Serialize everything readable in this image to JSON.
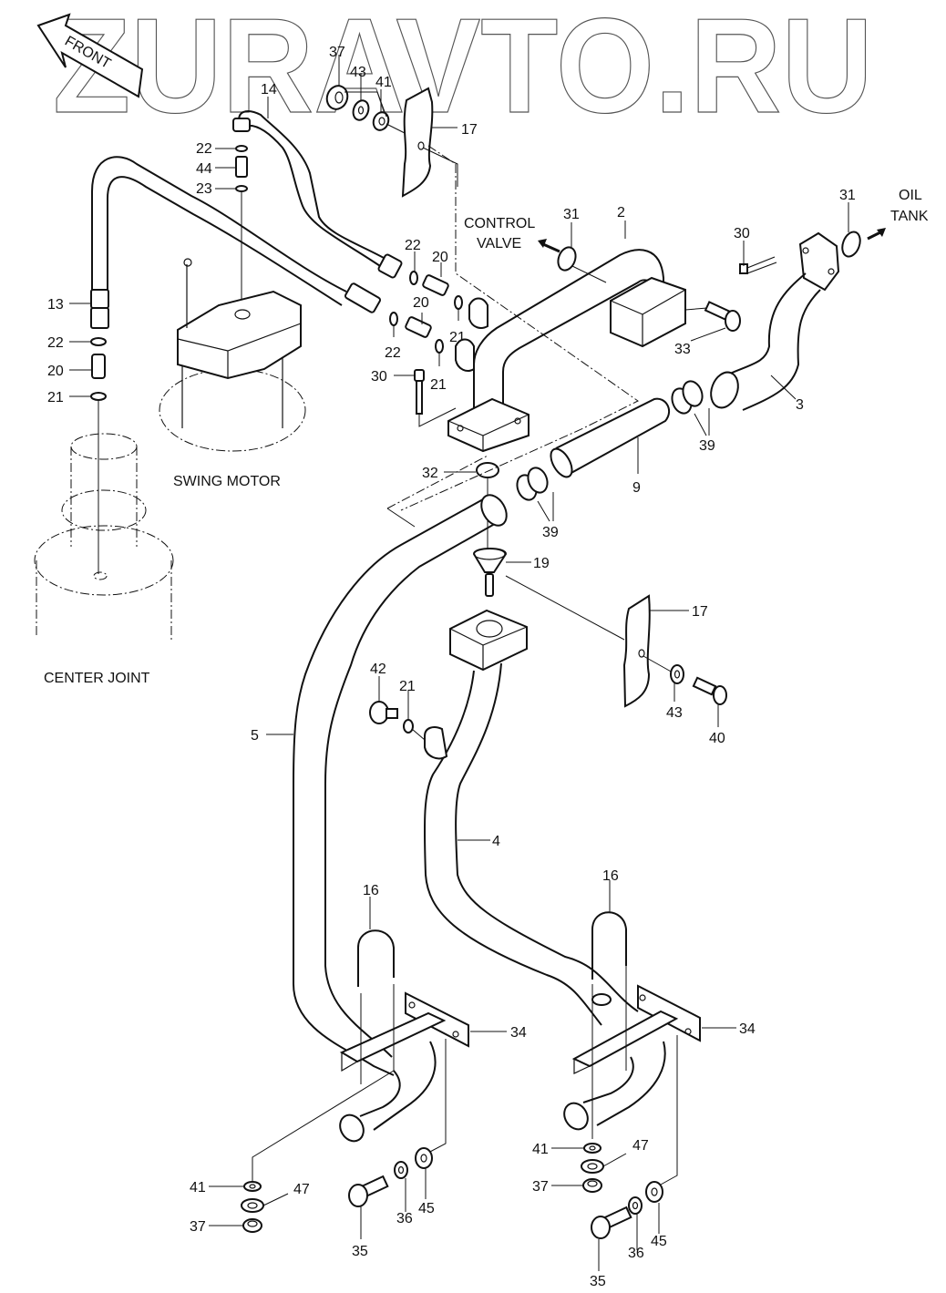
{
  "watermark": "ZURAVTO.RU",
  "direction_arrow": {
    "label": "FRONT",
    "icon": "front-arrow-icon"
  },
  "captions": {
    "control_valve_line1": "CONTROL",
    "control_valve_line2": "VALVE",
    "oil_tank_line1": "OIL",
    "oil_tank_line2": "TANK",
    "swing_motor": "SWING MOTOR",
    "center_joint": "CENTER JOINT"
  },
  "callouts": {
    "top": {
      "p37": "37",
      "p43": "43",
      "p41": "41",
      "p14": "14",
      "p17": "17"
    },
    "swing_fittings": {
      "p22": "22",
      "p44": "44",
      "p23": "23"
    },
    "left_stack": {
      "p13": "13",
      "p22": "22",
      "p20": "20",
      "p21": "21"
    },
    "valve_fittings": {
      "p22a": "22",
      "p20a": "20",
      "p20b": "20",
      "p21a": "21",
      "p22b": "22",
      "p21b": "21",
      "p30": "30"
    },
    "upper_right": {
      "p31a": "31",
      "p2": "2",
      "p31b": "31",
      "p30": "30",
      "p33": "33",
      "p3": "3",
      "p39a": "39",
      "p9": "9",
      "p32": "32",
      "p39b": "39"
    },
    "middle": {
      "p19": "19",
      "p17": "17",
      "p43": "43",
      "p40": "40",
      "p42": "42",
      "p21": "21",
      "p5": "5",
      "p4": "4"
    },
    "left_bracket": {
      "p16": "16",
      "p34": "34",
      "p41": "41",
      "p47": "47",
      "p37": "37",
      "p35": "35",
      "p36": "36",
      "p45": "45"
    },
    "right_bracket": {
      "p16": "16",
      "p34": "34",
      "p41": "41",
      "p47": "47",
      "p37": "37",
      "p35": "35",
      "p36": "36",
      "p45": "45"
    }
  }
}
